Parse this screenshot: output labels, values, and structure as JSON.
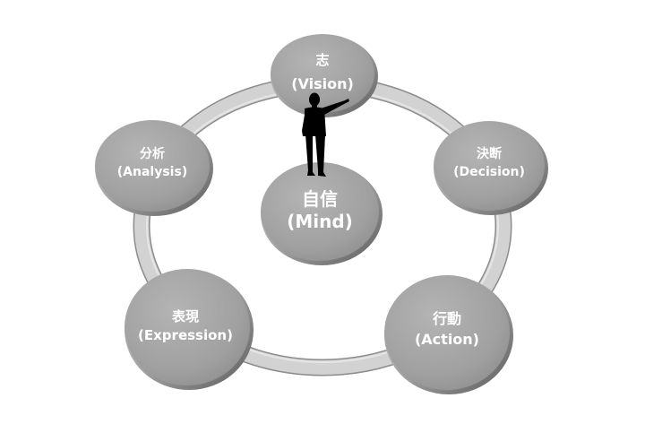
{
  "title": "Mind cycle diagram",
  "center": {
    "kanji": "自信",
    "english": "(Mind)"
  },
  "nodes": [
    {
      "id": "vision",
      "kanji": "志",
      "english": "(Vision)"
    },
    {
      "id": "decision",
      "kanji": "決断",
      "english": "(Decision)"
    },
    {
      "id": "action",
      "kanji": "行動",
      "english": "(Action)"
    },
    {
      "id": "expression",
      "kanji": "表現",
      "english": "(Expression)"
    },
    {
      "id": "analysis",
      "kanji": "分析",
      "english": "(Analysis)"
    }
  ],
  "figure": {
    "description": "person silhouette pointing right",
    "icon": "person-pointing-icon"
  },
  "colors": {
    "disc": "#a3a3a3",
    "disc_light": "#b8b8b8",
    "disc_dark": "#7a7a7a",
    "ring": "#cfcfcf",
    "ring_edge": "#8c8c8c",
    "text": "#ffffff",
    "silhouette": "#000000"
  }
}
